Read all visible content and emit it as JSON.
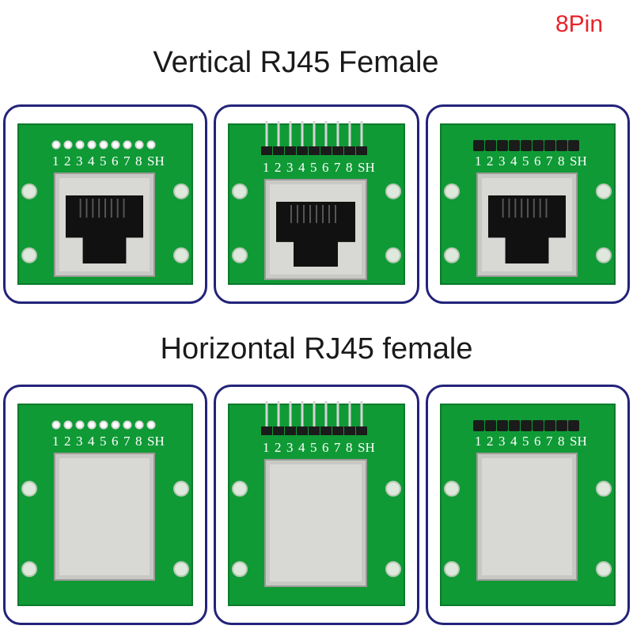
{
  "badge": "8Pin",
  "headings": {
    "vertical": "Vertical RJ45 Female",
    "horizontal": "Horizontal RJ45 female"
  },
  "pin_labels": [
    "1",
    "2",
    "3",
    "4",
    "5",
    "6",
    "7",
    "8",
    "SH"
  ],
  "colors": {
    "pcb": "#0f9a36",
    "pcb_dark": "#0b7a2b",
    "frame": "#23237a",
    "badge": "#e8232a",
    "metal": "#c8c8c4",
    "jack": "#111111"
  },
  "panels": [
    {
      "row": "vertical",
      "header": "pads",
      "jack": "vertical"
    },
    {
      "row": "vertical",
      "header": "straight-pins",
      "jack": "vertical"
    },
    {
      "row": "vertical",
      "header": "female-header",
      "jack": "vertical"
    },
    {
      "row": "horizontal",
      "header": "pads",
      "jack": "horizontal"
    },
    {
      "row": "horizontal",
      "header": "straight-pins",
      "jack": "horizontal"
    },
    {
      "row": "horizontal",
      "header": "female-header",
      "jack": "horizontal"
    }
  ]
}
